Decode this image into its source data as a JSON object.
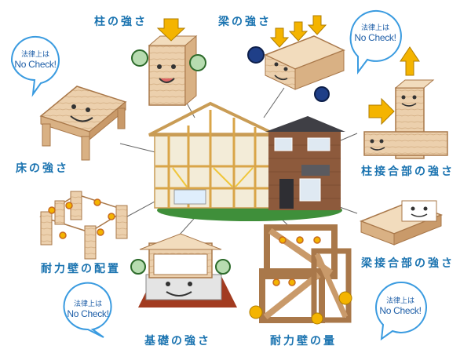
{
  "labels": {
    "pillar": "柱の強さ",
    "beam": "梁の強さ",
    "floor": "床の強さ",
    "pillar_joint": "柱接合部の強さ",
    "wall_layout": "耐力壁の配置",
    "beam_joint": "梁接合部の強さ",
    "foundation": "基礎の強さ",
    "wall_amount": "耐力壁の量"
  },
  "bubbles": [
    {
      "line1": "法律上は",
      "line2": "No Check!"
    },
    {
      "line1": "法律上は",
      "line2": "No Check!"
    },
    {
      "line1": "法律上は",
      "line2": "No Check!"
    },
    {
      "line1": "法律上は",
      "line2": "No Check!"
    }
  ],
  "colors": {
    "label_text": "#1a73b0",
    "bubble_stroke": "#3a9be0",
    "wood": "#e9c9a0",
    "wood_dark": "#a9784a",
    "arrow": "#f4b400",
    "brick": "#8d5a3c",
    "roof": "#3f3f45",
    "grass": "#3f8f3a"
  }
}
